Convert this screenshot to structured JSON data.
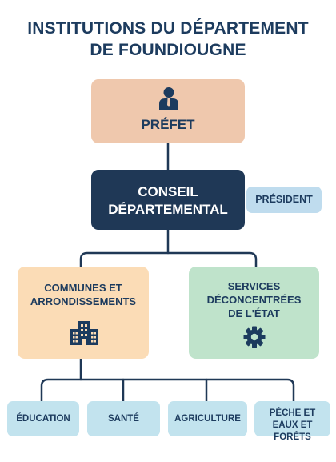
{
  "title": {
    "line1": "INSTITUTIONS DU DÉPARTEMENT",
    "line2": "DE FOUNDIOUGNE"
  },
  "nodes": {
    "prefet": {
      "label": "PRÉFET",
      "icon": "person-icon"
    },
    "conseil": {
      "line1": "CONSEIL",
      "line2": "DÉPARTEMENTAL"
    },
    "president": {
      "label": "PRÉSIDENT"
    },
    "communes": {
      "line1": "COMMUNES ET",
      "line2": "ARRONDISSEMENTS",
      "icon": "buildings-icon"
    },
    "services": {
      "line1": "SERVICES",
      "line2": "DÉCONCENTRÉES",
      "line3": "DE L'ÉTAT",
      "icon": "gear-icon"
    },
    "education": {
      "label": "ÉDUCATION"
    },
    "sante": {
      "label": "SANTÉ"
    },
    "agriculture": {
      "label": "AGRICULTURE"
    },
    "peche": {
      "line1": "PÊCHE ET",
      "line2": "EAUX ET FORÊTS"
    }
  },
  "colors": {
    "title": "#1c3b5e",
    "connector": "#1f3856",
    "prefet": "#efc8ad",
    "conseil": "#1f3856",
    "president": "#bfdcee",
    "communes": "#fbdcb6",
    "services": "#bfe3cb",
    "leaf": "#c2e3ee"
  }
}
